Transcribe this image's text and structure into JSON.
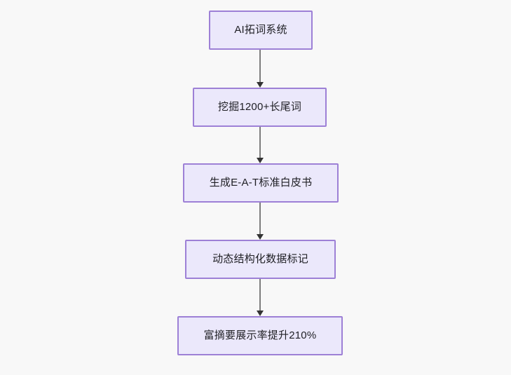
{
  "diagram": {
    "type": "flowchart",
    "direction": "top-to-bottom",
    "background_color": "#f8f8f8",
    "node_fill_color": "#ebe8fb",
    "node_border_color": "#9d80d6",
    "node_text_color": "#1f1f24",
    "edge_color": "#7d7d7d",
    "arrowhead_color": "#333333",
    "nodes": [
      {
        "id": "n1",
        "label": "AI拓词系统"
      },
      {
        "id": "n2",
        "label": "挖掘1200+长尾词"
      },
      {
        "id": "n3",
        "label": "生成E-A-T标准白皮书"
      },
      {
        "id": "n4",
        "label": "动态结构化数据标记"
      },
      {
        "id": "n5",
        "label": "富摘要展示率提升210%"
      }
    ],
    "edges": [
      {
        "from": "n1",
        "to": "n2"
      },
      {
        "from": "n2",
        "to": "n3"
      },
      {
        "from": "n3",
        "to": "n4"
      },
      {
        "from": "n4",
        "to": "n5"
      }
    ]
  }
}
